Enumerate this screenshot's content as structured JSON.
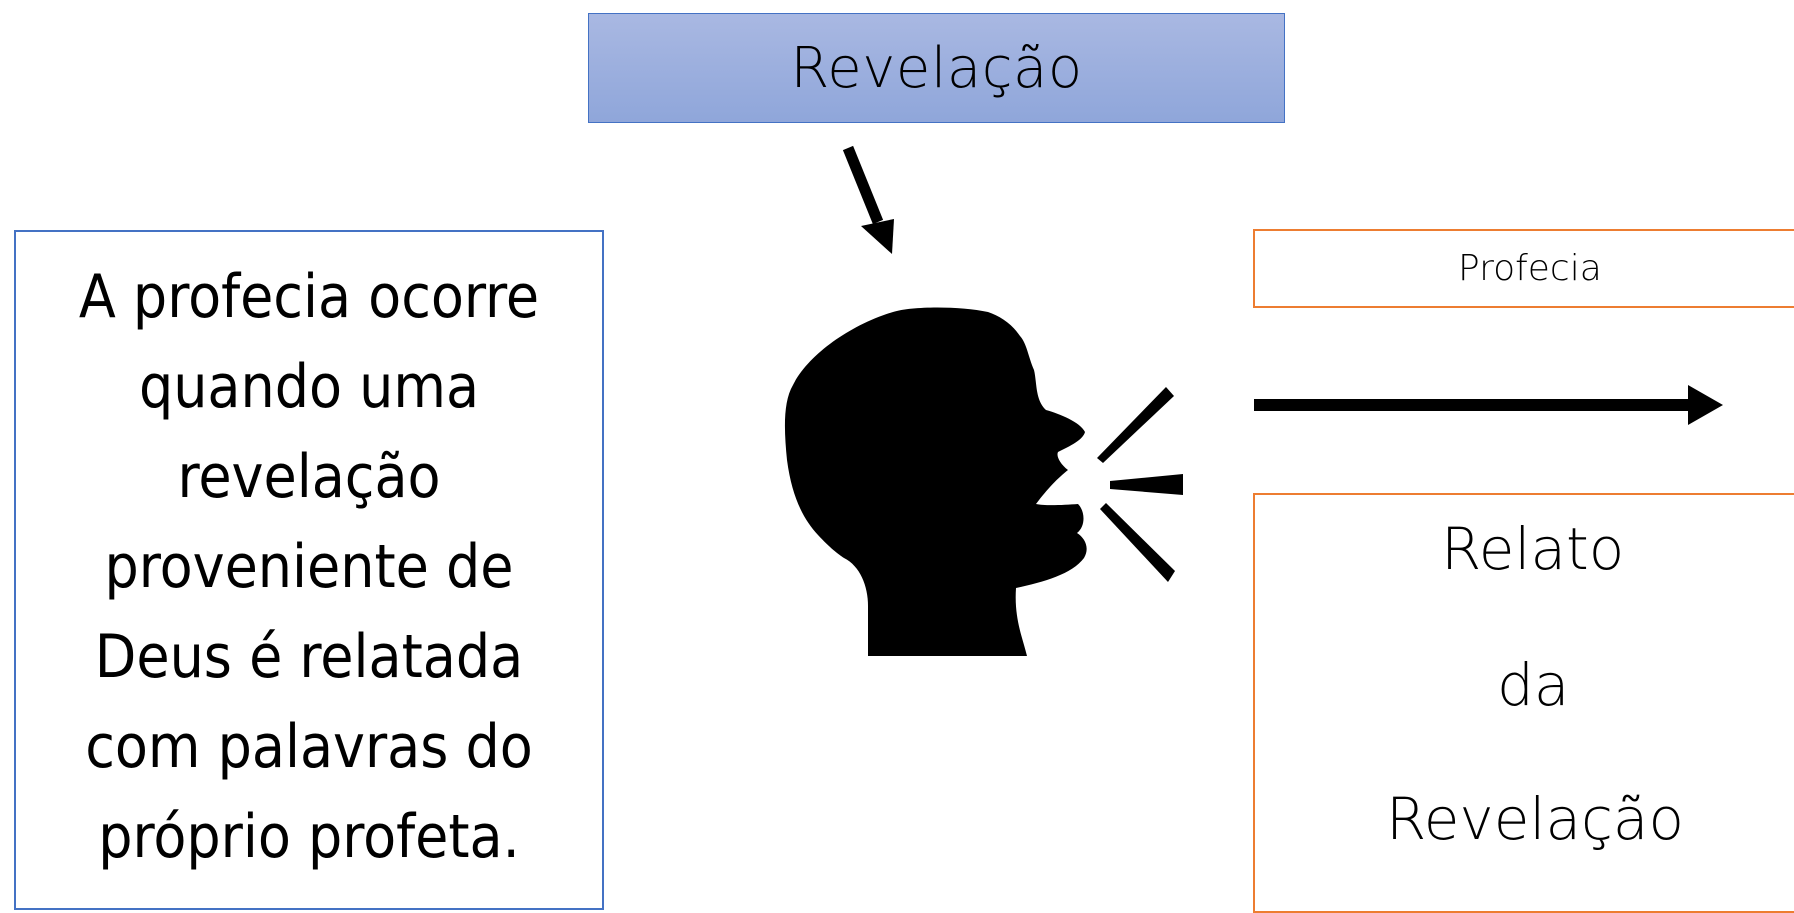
{
  "revelation_label": "Revelação",
  "definition_text": "A profecia ocorre quando uma revelação proveniente de Deus é relatada com  palavras do próprio profeta.",
  "prophecy_label": "Profecia",
  "account_lines": [
    "Relato",
    "da",
    "Revelação"
  ],
  "colors": {
    "blue_border": "#4472c4",
    "blue_fill": "#8fa6da",
    "orange_border": "#ed7d31",
    "icon": "#000000"
  },
  "icons": {
    "head": "speaking-head-icon",
    "arrow_down": "arrow-down-right-icon",
    "arrow_right": "arrow-right-icon"
  }
}
